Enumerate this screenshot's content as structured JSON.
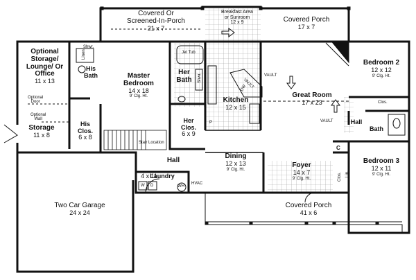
{
  "rooms": {
    "covered_porch_left": {
      "name": "Covered Or",
      "name2": "Screened-In-Porch",
      "dims": "21 x 7"
    },
    "breakfast": {
      "name": "Breakfast Area",
      "name2": "or Sunroom",
      "dims": "12 x 9"
    },
    "covered_porch_right": {
      "name": "Covered Porch",
      "dims": "17 x 7"
    },
    "optional_office": {
      "line1": "Optional",
      "line2": "Storage/",
      "line3": "Lounge/ Or",
      "line4": "Office",
      "dims": "11 x 13"
    },
    "master_bedroom": {
      "name": "Master",
      "name2": "Bedroom",
      "dims": "14 x 18",
      "ceiling": "9' Clg. Ht."
    },
    "her_bath": {
      "name": "Her",
      "name2": "Bath"
    },
    "kitchen": {
      "name": "Kitchen",
      "dims": "12 x 15"
    },
    "great_room": {
      "name": "Great Room",
      "dims": "17 x 23"
    },
    "bedroom2": {
      "name": "Bedroom 2",
      "dims": "12 x 12",
      "ceiling": "9' Clg. Ht."
    },
    "his_bath": {
      "name": "His",
      "name2": "Bath"
    },
    "storage": {
      "name": "Storage",
      "dims": "11 x 8"
    },
    "his_clos": {
      "name": "His",
      "name2": "Clos.",
      "dims": "6 x 8"
    },
    "her_clos": {
      "name": "Her",
      "name2": "Clos.",
      "dims": "6 x 9"
    },
    "dining": {
      "name": "Dining",
      "dims": "12 x 13",
      "ceiling": "9' Clg. Ht."
    },
    "foyer": {
      "name": "Foyer",
      "dims": "14 x 7",
      "ceiling": "9' Clg. Ht."
    },
    "bedroom3": {
      "name": "Bedroom 3",
      "dims": "12 x 11",
      "ceiling": "9' Clg. Ht."
    },
    "hall_left": {
      "name": "Hall"
    },
    "hall_right": {
      "name": "Hall"
    },
    "laundry": {
      "name": "Laundry",
      "dims": "4 x 11"
    },
    "garage": {
      "name": "Two Car Garage",
      "dims": "24 x 24"
    },
    "covered_porch_front": {
      "name": "Covered Porch",
      "dims": "41 x 6"
    },
    "bath_right": {
      "name": "Bath"
    }
  },
  "small_labels": {
    "shwr": "Shwr.",
    "jet_tub": "Jet Tub",
    "her_shwr": "Shwr.",
    "vault_left": "VAULT",
    "vault_right": "VAULT",
    "optional_door": "Optional\nDoor",
    "optional_wall": "Optional\nWall",
    "stair_location": "Stair Location",
    "clos_bed2": "Clos.",
    "clos_foyer": "Clos.",
    "hvac": "HVAC",
    "wh": "WH",
    "washer": "W",
    "dryer": "D",
    "pantry": "P",
    "linen": "Linen",
    "c": "C",
    "dw": "DW",
    "vault_kitchen": "VAULT",
    "linen2": "Lin."
  },
  "colors": {
    "wall": "#111111",
    "tile": "#9a9a9a",
    "wall_hatch": "#333333"
  }
}
